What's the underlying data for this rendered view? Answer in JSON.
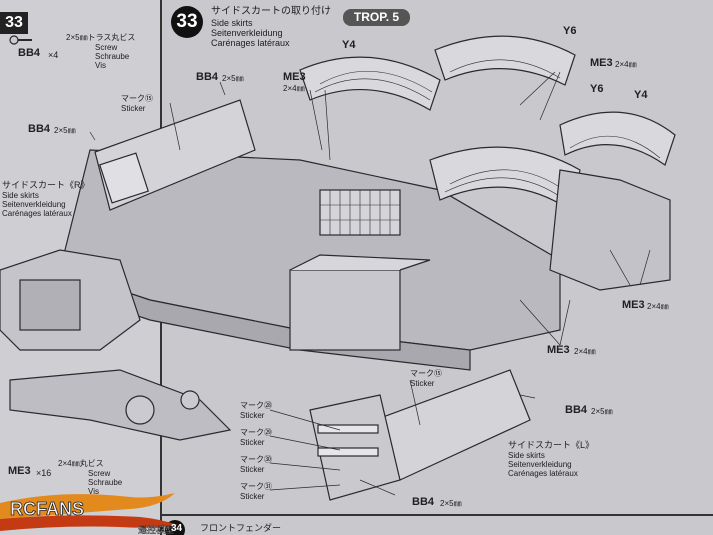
{
  "prev_step": {
    "number": "33"
  },
  "step": {
    "number": "33",
    "title_jp": "サイドスカートの取り付け",
    "title_en": "Side skirts",
    "title_de": "Seitenverkleidung",
    "title_fr": "Carénages latéraux",
    "badge": "TROP. 5"
  },
  "screw_bb4": {
    "code": "BB4",
    "qty": "×4",
    "desc_jp": "2×5㎜トラス丸ビス",
    "desc_en": "Screw",
    "desc_de": "Schraube",
    "desc_fr": "Vis"
  },
  "screw_me3": {
    "code": "ME3",
    "qty": "×16",
    "desc_jp": "2×4㎜丸ビス",
    "desc_en": "Screw",
    "desc_de": "Schraube",
    "desc_fr": "Vis"
  },
  "callouts": {
    "bb4_a": "BB4",
    "bb4_a_size": "2×5㎜",
    "bb4_b": "BB4",
    "bb4_b_size": "2×5㎜",
    "bb4_c": "BB4",
    "bb4_c_size": "2×5㎜",
    "bb4_d": "BB4",
    "bb4_d_size": "2×5㎜",
    "me3_a": "ME3",
    "me3_a_size": "2×4㎜",
    "me3_b": "ME3",
    "me3_b_size": "2×4㎜",
    "me3_c": "ME3",
    "me3_c_size": "2×4㎜",
    "me3_d": "ME3",
    "me3_d_size": "2×4㎜",
    "y4_a": "Y4",
    "y4_b": "Y4",
    "y6_a": "Y6",
    "y6_b": "Y6"
  },
  "stickers": {
    "s15_top_jp": "マーク⑮",
    "s15_top_en": "Sticker",
    "s15_bottom_jp": "マーク⑮",
    "s15_bottom_en": "Sticker",
    "s28_jp": "マーク㉘",
    "s28_en": "Sticker",
    "s29_jp": "マーク㉙",
    "s29_en": "Sticker",
    "s30_jp": "マーク㉚",
    "s30_en": "Sticker",
    "s31_jp": "マーク㉛",
    "s31_en": "Sticker"
  },
  "skirt_r": {
    "jp": "サイドスカート《R》",
    "en": "Side skirts",
    "de": "Seitenverkleidung",
    "fr": "Carénages latéraux"
  },
  "skirt_l": {
    "jp": "サイドスカート《L》",
    "en": "Side skirts",
    "de": "Seitenverkleidung",
    "fr": "Carénages latéraux"
  },
  "next_step": {
    "number": "34",
    "title_jp": "フロントフェンダー"
  },
  "watermark": {
    "text": "RCFANS",
    "sub": "遥控模型"
  }
}
